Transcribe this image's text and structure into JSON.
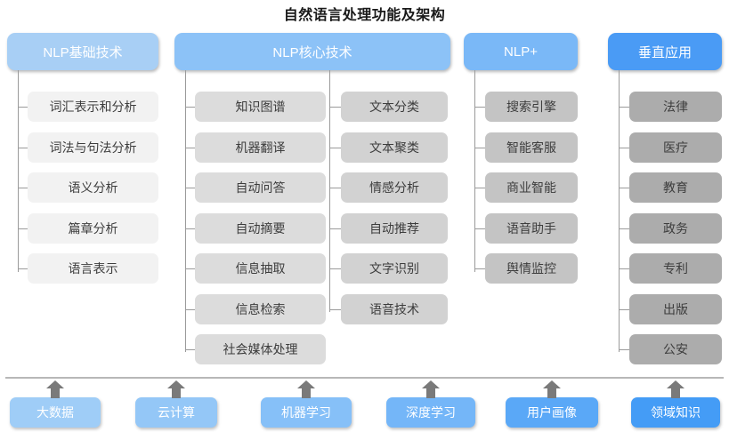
{
  "title": "自然语言处理功能及架构",
  "colors": {
    "header_basic": "#a8cff5",
    "header_core": "#8cc2f7",
    "header_plus": "#7ab8f7",
    "header_vertical": "#4a9bf5",
    "item_col1": "#f2f2f2",
    "item_col2": "#dcdcdc",
    "item_col3": "#d2d2d2",
    "item_col4": "#c4c4c4",
    "item_col5": "#acacac",
    "connector": "#9a9a9a",
    "arrow": "#7a7a7a",
    "title_text": "#1a1a1a"
  },
  "columns": [
    {
      "id": "nlp-basic",
      "header": "NLP基础技术",
      "items": [
        "词汇表示和分析",
        "词法与句法分析",
        "语义分析",
        "篇章分析",
        "语言表示"
      ]
    },
    {
      "id": "nlp-core",
      "header": "NLP核心技术",
      "items_left": [
        "知识图谱",
        "机器翻译",
        "自动问答",
        "自动摘要",
        "信息抽取",
        "信息检索",
        "社会媒体处理"
      ],
      "items_right": [
        "文本分类",
        "文本聚类",
        "情感分析",
        "自动推荐",
        "文字识别",
        "语音技术"
      ]
    },
    {
      "id": "nlp-plus",
      "header": "NLP+",
      "items": [
        "搜索引擎",
        "智能客服",
        "商业智能",
        "语音助手",
        "舆情监控"
      ]
    },
    {
      "id": "vertical-application",
      "header": "垂直应用",
      "items": [
        "法律",
        "医疗",
        "教育",
        "政务",
        "专利",
        "出版",
        "公安"
      ]
    }
  ],
  "foundation": {
    "items": [
      "大数据",
      "云计算",
      "机器学习",
      "深度学习",
      "用户画像",
      "领域知识"
    ],
    "colors": [
      "#9fcdf7",
      "#94c7f7",
      "#86c0f8",
      "#74b6f8",
      "#5aa8f7",
      "#449cf6"
    ]
  }
}
